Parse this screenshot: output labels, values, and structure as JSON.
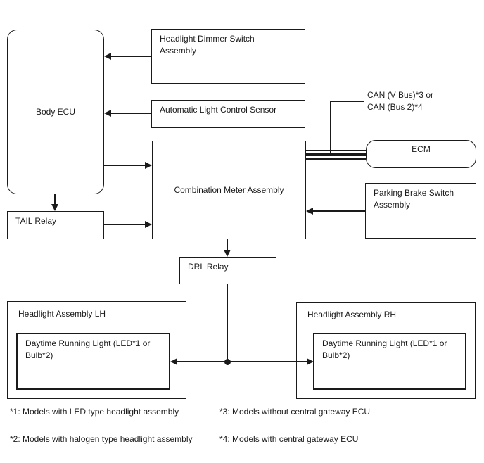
{
  "colors": {
    "line": "#1a1a1a",
    "background": "#ffffff"
  },
  "diagram": {
    "nodes": {
      "body_ecu": {
        "label": "Body ECU"
      },
      "dimmer_switch": {
        "label": "Headlight Dimmer Switch\nAssembly"
      },
      "light_sensor": {
        "label": "Automatic Light Control Sensor"
      },
      "combination_meter": {
        "label": "Combination Meter Assembly"
      },
      "ecm": {
        "label": "ECM"
      },
      "parking_brake": {
        "label": "Parking Brake Switch\nAssembly"
      },
      "tail_relay": {
        "label": "TAIL Relay"
      },
      "drl_relay": {
        "label": "DRL Relay"
      },
      "headlight_lh": {
        "label": "Headlight Assembly LH"
      },
      "daytime_light_lh": {
        "label": "Daytime Running Light (LED*1 or\nBulb*2)"
      },
      "headlight_rh": {
        "label": "Headlight Assembly RH"
      },
      "daytime_light_rh": {
        "label": "Daytime Running Light (LED*1 or\nBulb*2)"
      }
    },
    "bus_label": "CAN (V Bus)*3 or\nCAN (Bus 2)*4",
    "footnotes": [
      "*1: Models with LED type headlight assembly",
      "*2: Models with halogen type headlight assembly",
      "*3: Models without central gateway ECU",
      "*4: Models with central gateway ECU"
    ]
  }
}
